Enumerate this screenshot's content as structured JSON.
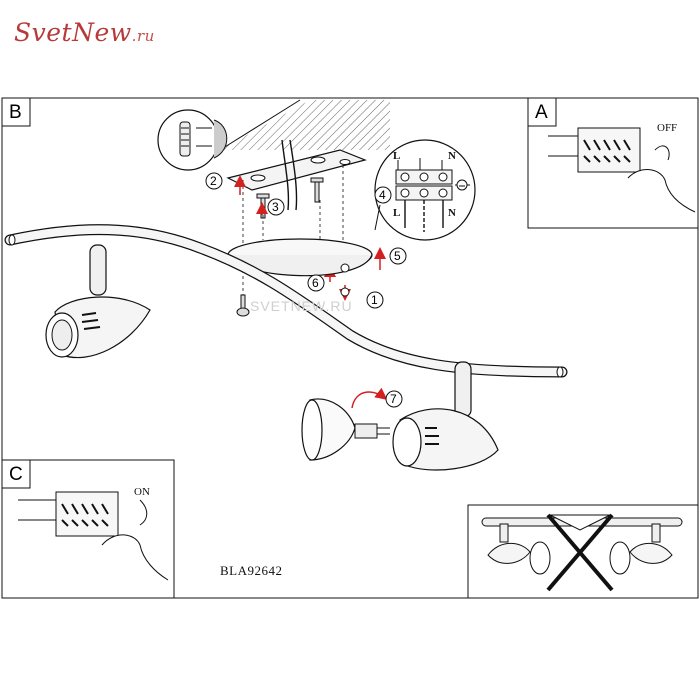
{
  "logo": {
    "main": "SvetNew",
    "suffix": ".ru"
  },
  "panels": {
    "b": {
      "letter": "B"
    },
    "a": {
      "letter": "A",
      "switch_label": "OFF"
    },
    "c": {
      "letter": "C",
      "switch_label": "ON"
    }
  },
  "terminal_labels": {
    "top": [
      "L",
      "N"
    ],
    "bottom": [
      "L",
      "N"
    ]
  },
  "steps": [
    "1",
    "2",
    "3",
    "4",
    "5",
    "6",
    "7"
  ],
  "model_code": "BLA92642",
  "watermark": "SVETNEW.RU",
  "colors": {
    "logo": "#b53a3a",
    "arrow": "#d42020",
    "line": "#111111"
  }
}
